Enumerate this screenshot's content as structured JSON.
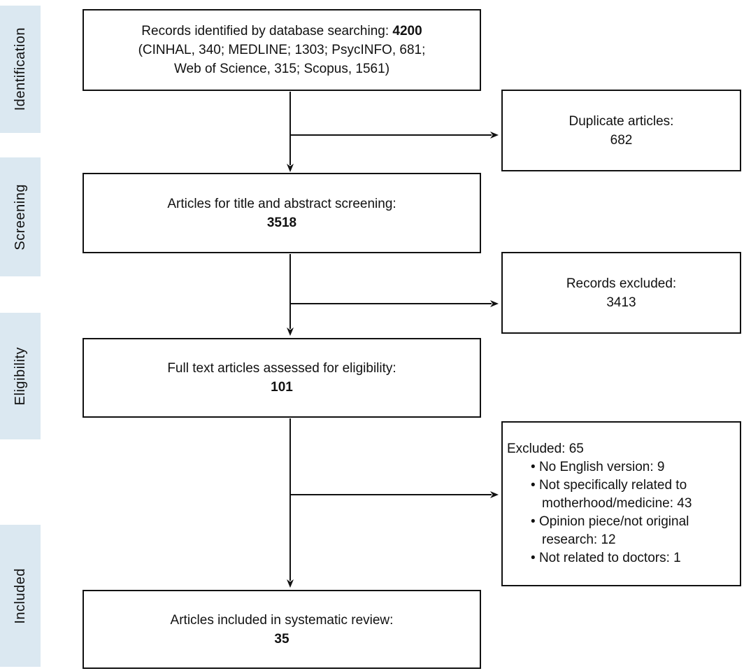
{
  "diagram_title": "PRISMA systematic review flow diagram",
  "colors": {
    "sidebar_bg": "#dbe8f1",
    "border": "#111111",
    "text": "#111111",
    "background": "#ffffff"
  },
  "sidebar": {
    "stages": [
      {
        "label": "Identification"
      },
      {
        "label": "Screening"
      },
      {
        "label": "Eligibility"
      },
      {
        "label": "Included"
      }
    ]
  },
  "flow": {
    "identification_box": {
      "line1": "Records identified by database searching:",
      "line1_value": "4200",
      "line2": "(CINHAL, 340; MEDLINE; 1303; PsycINFO, 681;",
      "line3": "Web of Science, 315; Scopus, 1561)"
    },
    "screening_box": {
      "label": "Articles for title and abstract screening:",
      "value": "3518"
    },
    "eligibility_box": {
      "label": "Full text articles assessed for eligibility:",
      "value": "101"
    },
    "included_box": {
      "label": "Articles included in systematic review:",
      "value": "35"
    },
    "duplicates_box": {
      "label": "Duplicate articles:",
      "value": "682"
    },
    "records_excluded_box": {
      "label": "Records excluded:",
      "value": "3413"
    },
    "excluded_box": {
      "title": "Excluded: 65",
      "reasons": [
        "No English version: 9",
        "Not specifically related to motherhood/medicine: 43",
        "Opinion piece/not original research: 12",
        "Not related to doctors: 1"
      ]
    }
  }
}
